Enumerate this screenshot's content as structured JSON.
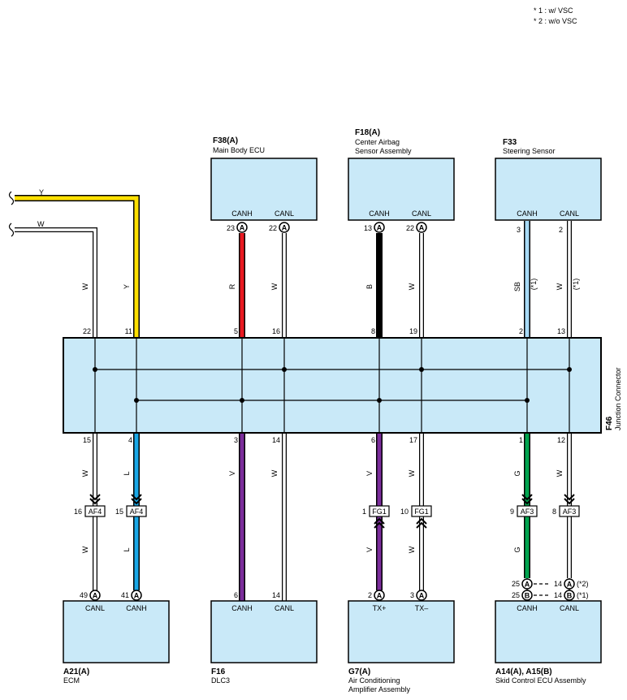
{
  "colors": {
    "Y": "#ffe000",
    "R": "#e81820",
    "B": "#141414",
    "SB": "#a6d9f5",
    "L": "#1aa7e6",
    "V": "#7b2d9b",
    "G": "#00a34e",
    "box_fill": "#c9e9f8",
    "outline": "#000000"
  },
  "notes": [
    "* 1 : w/ VSC",
    "* 2 : w/o VSC"
  ],
  "junction": {
    "code": "F46",
    "name": "Junction Connector"
  },
  "components": {
    "main_body_ecu": {
      "code": "F38(A)",
      "name": "Main Body ECU",
      "pins": [
        "CANH",
        "CANL"
      ]
    },
    "center_airbag": {
      "code": "F18(A)",
      "name": "Center Airbag",
      "name2": "Sensor Assembly",
      "pins": [
        "CANH",
        "CANL"
      ]
    },
    "steering_sensor": {
      "code": "F33",
      "name": "Steering Sensor",
      "pins": [
        "CANH",
        "CANL"
      ]
    },
    "ecm": {
      "code": "A21(A)",
      "name": "ECM",
      "pins": [
        "CANL",
        "CANH"
      ]
    },
    "dlc3": {
      "code": "F16",
      "name": "DLC3",
      "pins": [
        "CANH",
        "CANL"
      ]
    },
    "ac_amp": {
      "code": "G7(A)",
      "name": "Air Conditioning",
      "name2": "Amplifier Assembly",
      "pins": [
        "TX+",
        "TX–"
      ]
    },
    "skid_control": {
      "code": "A14(A), A15(B)",
      "name": "Skid Control ECU Assembly",
      "pins": [
        "CANH",
        "CANL"
      ]
    }
  },
  "incoming_wires": {
    "top": "Y",
    "bottom": "W"
  },
  "top_wires": [
    {
      "jpin": "22",
      "color": "W"
    },
    {
      "jpin": "11",
      "color": "Y"
    },
    {
      "pin": "23",
      "conn": "A",
      "jpin": "5",
      "color": "R"
    },
    {
      "pin": "22",
      "conn": "A",
      "jpin": "16",
      "color": "W"
    },
    {
      "pin": "13",
      "conn": "A",
      "jpin": "8",
      "color": "B"
    },
    {
      "pin": "22",
      "conn": "A",
      "jpin": "19",
      "color": "W"
    },
    {
      "pin": "3",
      "jpin": "2",
      "color": "SB",
      "note": "(*1)"
    },
    {
      "pin": "2",
      "jpin": "13",
      "color": "W",
      "note": "(*1)"
    }
  ],
  "bottom_wires": [
    {
      "jpin": "15",
      "color_upper": "W",
      "inline_pin": "16",
      "inline_conn": "AF4",
      "color_lower": "W",
      "pin": "49",
      "conn": "A"
    },
    {
      "jpin": "4",
      "color_upper": "L",
      "inline_pin": "15",
      "inline_conn": "AF4",
      "color_lower": "L",
      "pin": "41",
      "conn": "A"
    },
    {
      "jpin": "3",
      "color": "V",
      "pin": "6"
    },
    {
      "jpin": "14",
      "color": "W",
      "pin": "14"
    },
    {
      "jpin": "6",
      "color_upper": "V",
      "inline_pin": "1",
      "inline_conn": "FG1",
      "color_lower": "V",
      "pin": "2",
      "conn": "A"
    },
    {
      "jpin": "17",
      "color_upper": "W",
      "inline_pin": "10",
      "inline_conn": "FG1",
      "color_lower": "W",
      "pin": "3",
      "conn": "A"
    },
    {
      "jpin": "1",
      "color_upper": "G",
      "inline_pin": "9",
      "inline_conn": "AF3",
      "color_lower": "G"
    },
    {
      "jpin": "12",
      "color_upper": "W",
      "inline_pin": "8",
      "inline_conn": "AF3",
      "color_lower": "W"
    }
  ],
  "skid_pins": {
    "canh": [
      {
        "pin": "25",
        "conn": "A"
      },
      {
        "pin": "25",
        "conn": "B"
      }
    ],
    "canl": [
      {
        "pin": "14",
        "conn": "A",
        "note": "(*2)"
      },
      {
        "pin": "14",
        "conn": "B",
        "note": "(*1)"
      }
    ]
  }
}
